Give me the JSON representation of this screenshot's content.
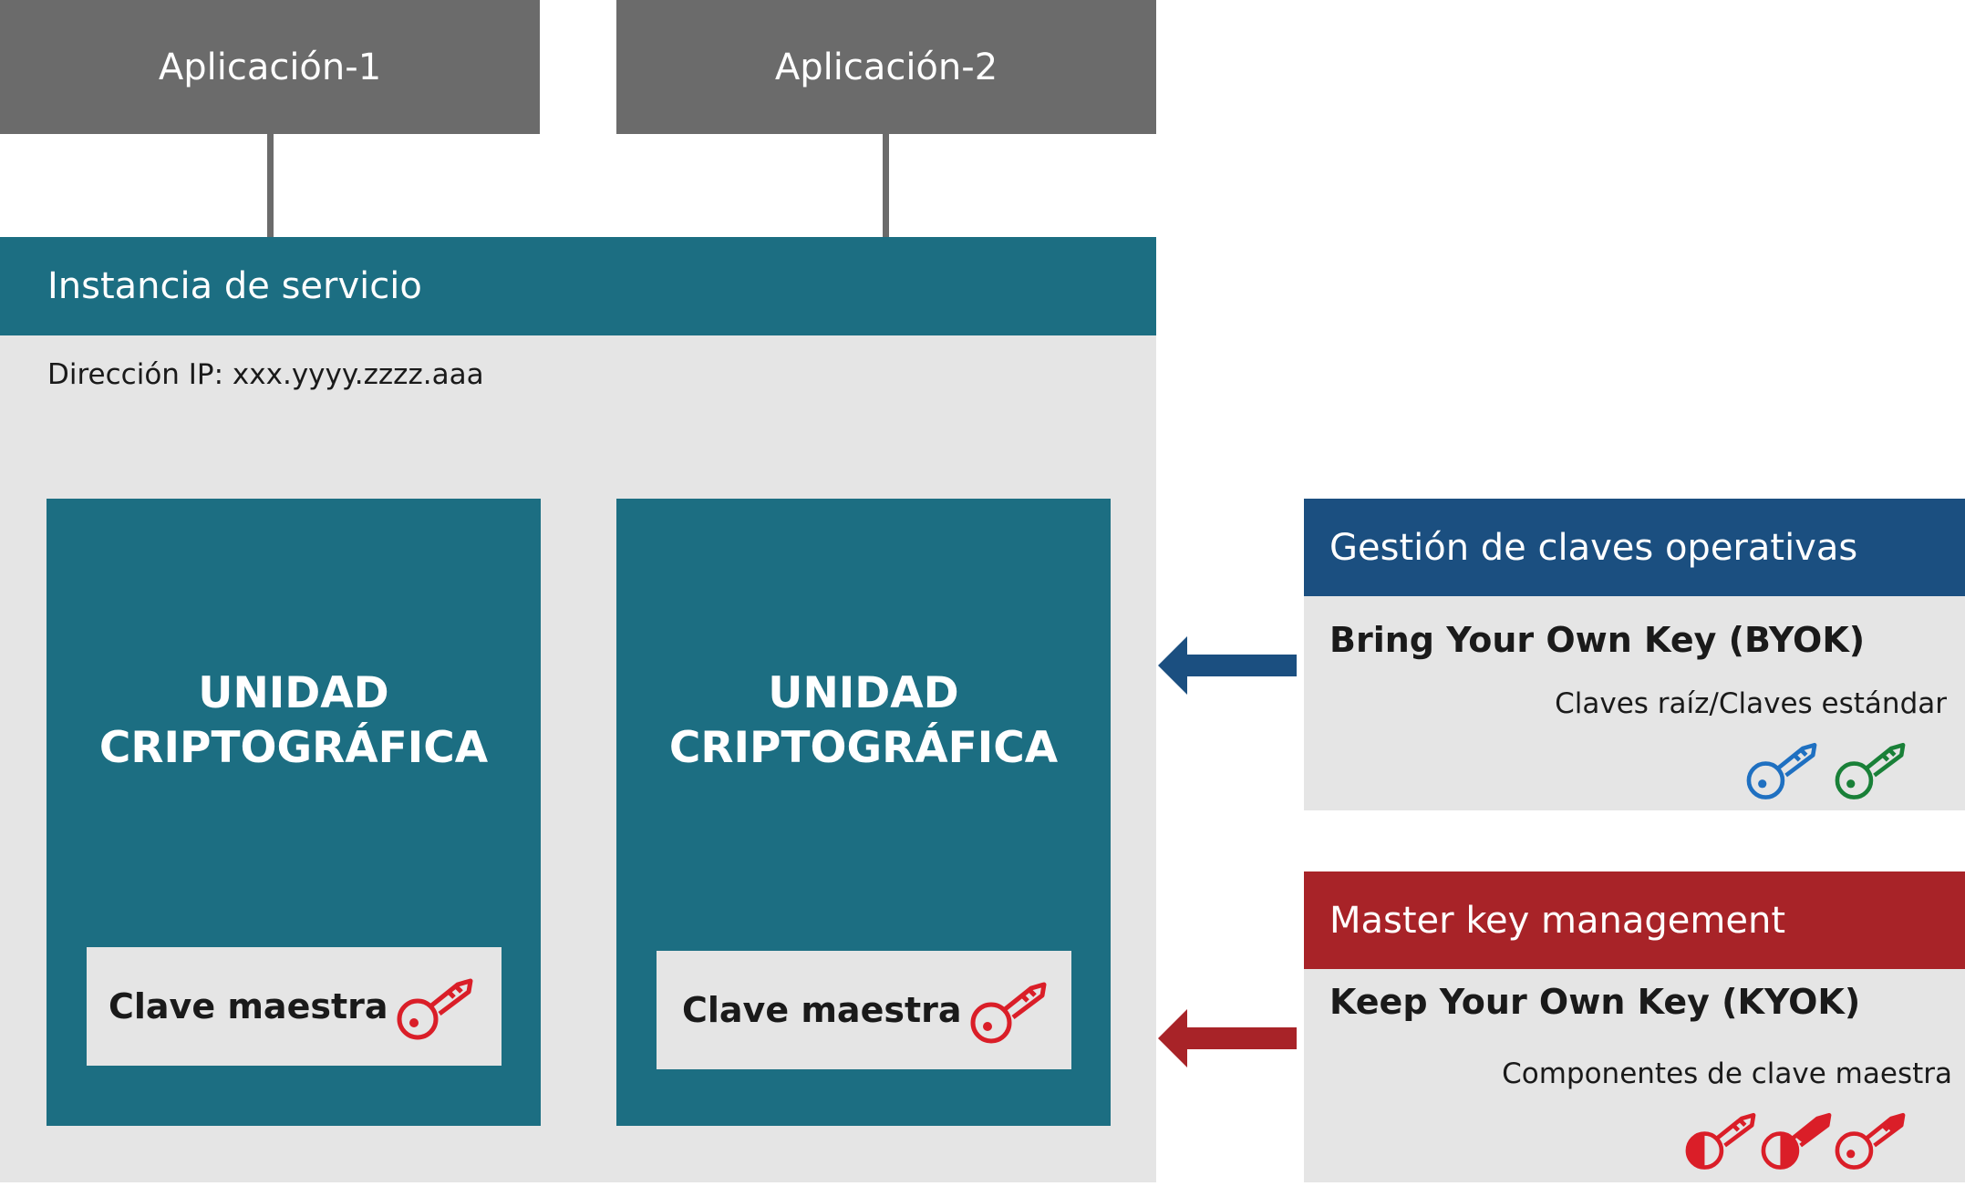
{
  "applications": [
    {
      "label": "Aplicación-1"
    },
    {
      "label": "Aplicación-2"
    }
  ],
  "service": {
    "title": "Instancia de servicio",
    "ip": "Dirección IP: xxx.yyyy.zzzz.aaa"
  },
  "units": [
    {
      "title_line1": "UNIDAD",
      "title_line2": "CRIPTOGRÁFICA",
      "master_key_label": "Clave maestra",
      "key_icon": "key-icon"
    },
    {
      "title_line1": "UNIDAD",
      "title_line2": "CRIPTOGRÁFICA",
      "master_key_label": "Clave maestra",
      "key_icon": "key-icon"
    }
  ],
  "operational": {
    "header": "Gestión de claves operativas",
    "title": "Bring Your Own Key (BYOK)",
    "subtitle": "Claves raíz/Claves estándar",
    "key_colors": [
      "#1f70c1",
      "#198038"
    ]
  },
  "masterkey": {
    "header": "Master key management",
    "title": "Keep Your Own Key (KYOK)",
    "subtitle": "Componentes de clave maestra",
    "key_icons": [
      "key-part-1-icon",
      "key-part-2-icon",
      "key-part-3-icon"
    ]
  },
  "colors": {
    "teal": "#1c6e82",
    "gray_box": "#6b6b6b",
    "light_bg": "#e5e5e5",
    "blue_header": "#1b4f80",
    "red_header": "#a82328",
    "key_red": "#da1e28"
  }
}
